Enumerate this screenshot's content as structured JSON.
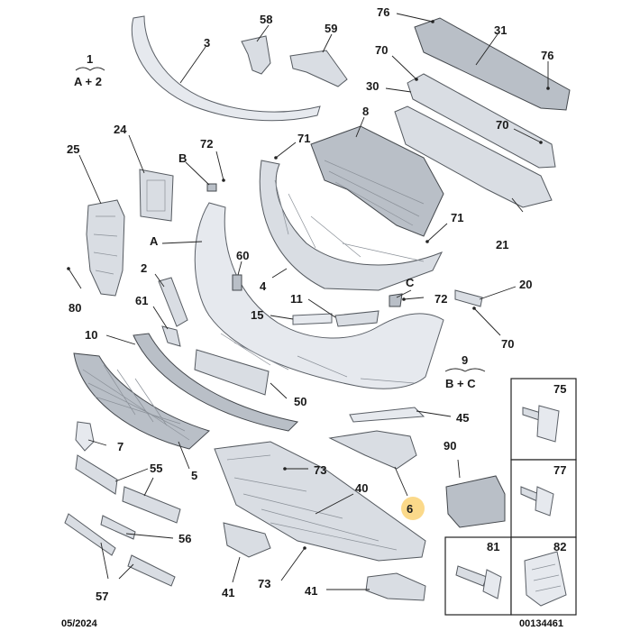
{
  "callouts": {
    "c1": "1",
    "c1sub": "A + 2",
    "c3": "3",
    "c58": "58",
    "c59": "59",
    "c76a": "76",
    "c31": "31",
    "c76b": "76",
    "c70a": "70",
    "c30": "30",
    "c8": "8",
    "c70b": "70",
    "c24": "24",
    "c25": "25",
    "c72a": "72",
    "cB": "B",
    "c71a": "71",
    "cA": "A",
    "c71b": "71",
    "c21": "21",
    "c60": "60",
    "c2": "2",
    "c4": "4",
    "cC": "C",
    "c72b": "72",
    "c20": "20",
    "c80": "80",
    "c61": "61",
    "c11": "11",
    "c15": "15",
    "c70c": "70",
    "c10": "10",
    "c9": "9",
    "c9sub": "B + C",
    "c50": "50",
    "c45": "45",
    "c75": "75",
    "c90": "90",
    "c77": "77",
    "c7": "7",
    "c5": "5",
    "c73a": "73",
    "c55": "55",
    "c40": "40",
    "c6": "6",
    "c56": "56",
    "c81": "81",
    "c82": "82",
    "c73b": "73",
    "c57": "57",
    "c41a": "41",
    "c41b": "41"
  },
  "footer": {
    "date": "05/2024",
    "reference": "00134461"
  },
  "colors": {
    "highlight": "#fbd98a",
    "part_fill": "#d9dde3",
    "outline": "#555a60"
  }
}
